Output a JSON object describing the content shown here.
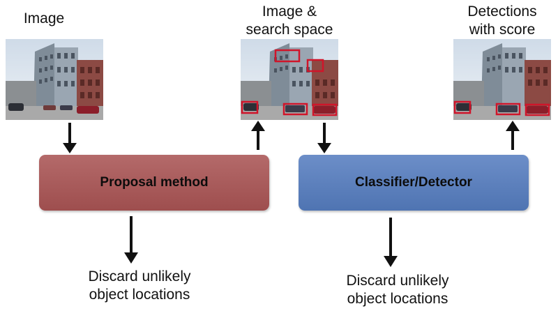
{
  "labels": {
    "image": [
      "Image"
    ],
    "search_space": [
      "Image &",
      "search space"
    ],
    "detections": [
      "Detections",
      "with score"
    ],
    "discard_left": [
      "Discard unlikely",
      "object locations"
    ],
    "discard_right": [
      "Discard unlikely",
      "object locations"
    ]
  },
  "boxes": {
    "proposal": "Proposal method",
    "classifier": "Classifier/Detector"
  },
  "colors": {
    "proposal_box": "#a85a5a",
    "classifier_box": "#5b7fbd",
    "highlight_rect": "#d0152a",
    "arrow": "#111111"
  },
  "icons": {
    "photo": "street-photo",
    "arrow": "arrow"
  }
}
